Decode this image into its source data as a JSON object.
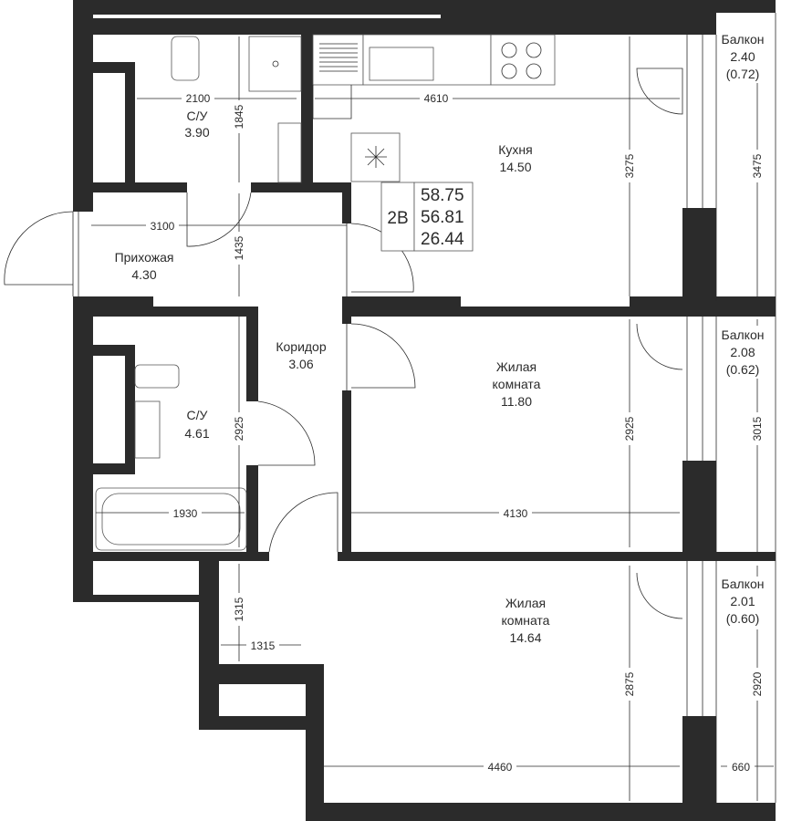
{
  "plan": {
    "type_code": "2В",
    "area_total": "58.75",
    "area_living_incl": "56.81",
    "area_living": "26.44"
  },
  "rooms": [
    {
      "name": "С/У",
      "area": "3.90"
    },
    {
      "name": "Кухня",
      "area": "14.50"
    },
    {
      "name": "Прихожая",
      "area": "4.30"
    },
    {
      "name": "Коридор",
      "area": "3.06"
    },
    {
      "name": "С/У",
      "area": "4.61"
    },
    {
      "name": "Жилая",
      "name2": "комната",
      "area": "11.80"
    },
    {
      "name": "Жилая",
      "name2": "комната",
      "area": "14.64"
    }
  ],
  "balconies": [
    {
      "name": "Балкон",
      "area": "2.40",
      "reduced": "(0.72)"
    },
    {
      "name": "Балкон",
      "area": "2.08",
      "reduced": "(0.62)"
    },
    {
      "name": "Балкон",
      "area": "2.01",
      "reduced": "(0.60)"
    }
  ],
  "dimensions": {
    "bath1_w": "2100",
    "bath1_h": "1845",
    "kitchen_w": "4610",
    "kitchen_h": "3275",
    "balcony1_h": "3475",
    "hall_w": "3100",
    "hall_h": "1435",
    "bath2_h": "2925",
    "bath2_w": "1930",
    "room1_h": "2925",
    "room1_w": "4130",
    "balcony2_h": "3015",
    "niche_h": "1315",
    "niche_w": "1315",
    "room2_h": "2875",
    "room2_w": "4460",
    "balcony3_h": "2920",
    "balcony3_w": "660"
  }
}
